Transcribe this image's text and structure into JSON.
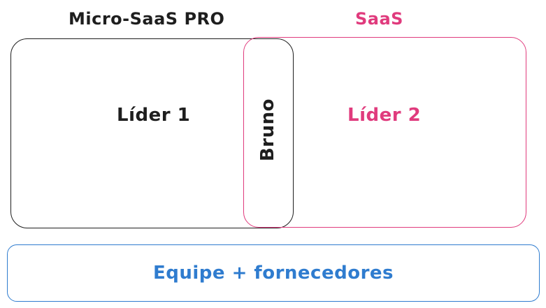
{
  "colors": {
    "dark": "#1e1e1e",
    "pink": "#e03b7d",
    "blue": "#2f7ccf"
  },
  "groups": {
    "left_title": "Micro-SaaS PRO",
    "right_title": "SaaS"
  },
  "nodes": {
    "lider1": "Líder 1",
    "lider2": "Líder 2",
    "shared": "Bruno",
    "bottom": "Equipe + fornecedores"
  }
}
